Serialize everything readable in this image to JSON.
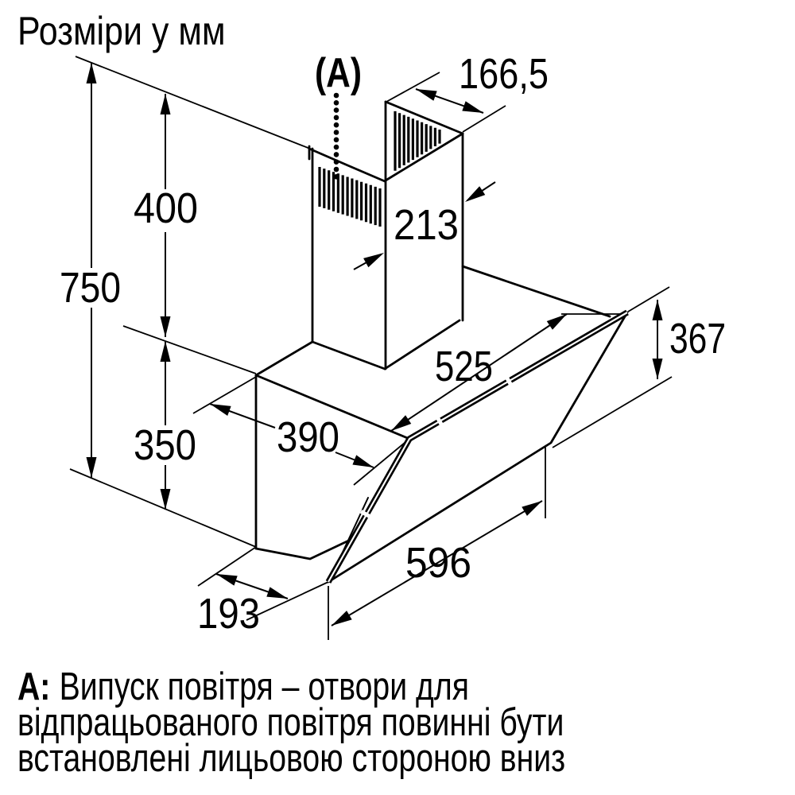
{
  "page": {
    "title": "Розміри у мм"
  },
  "diagram": {
    "callout_label": "(А)",
    "dims": {
      "top_depth": "166,5",
      "duct_face": "213",
      "upper_height": "400",
      "total_height": "750",
      "top_width": "525",
      "right_height": "367",
      "body_depth": "390",
      "lower_height": "350",
      "glass_width": "596",
      "bottom_offset": "193"
    }
  },
  "note": {
    "marker": "А:",
    "lines": [
      "Випуск повітря – отвори для",
      "відпрацьованого повітря повинні бути",
      "встановлені лицьовою стороною вниз"
    ]
  },
  "colors": {
    "ink": "#000000",
    "background": "#ffffff"
  }
}
